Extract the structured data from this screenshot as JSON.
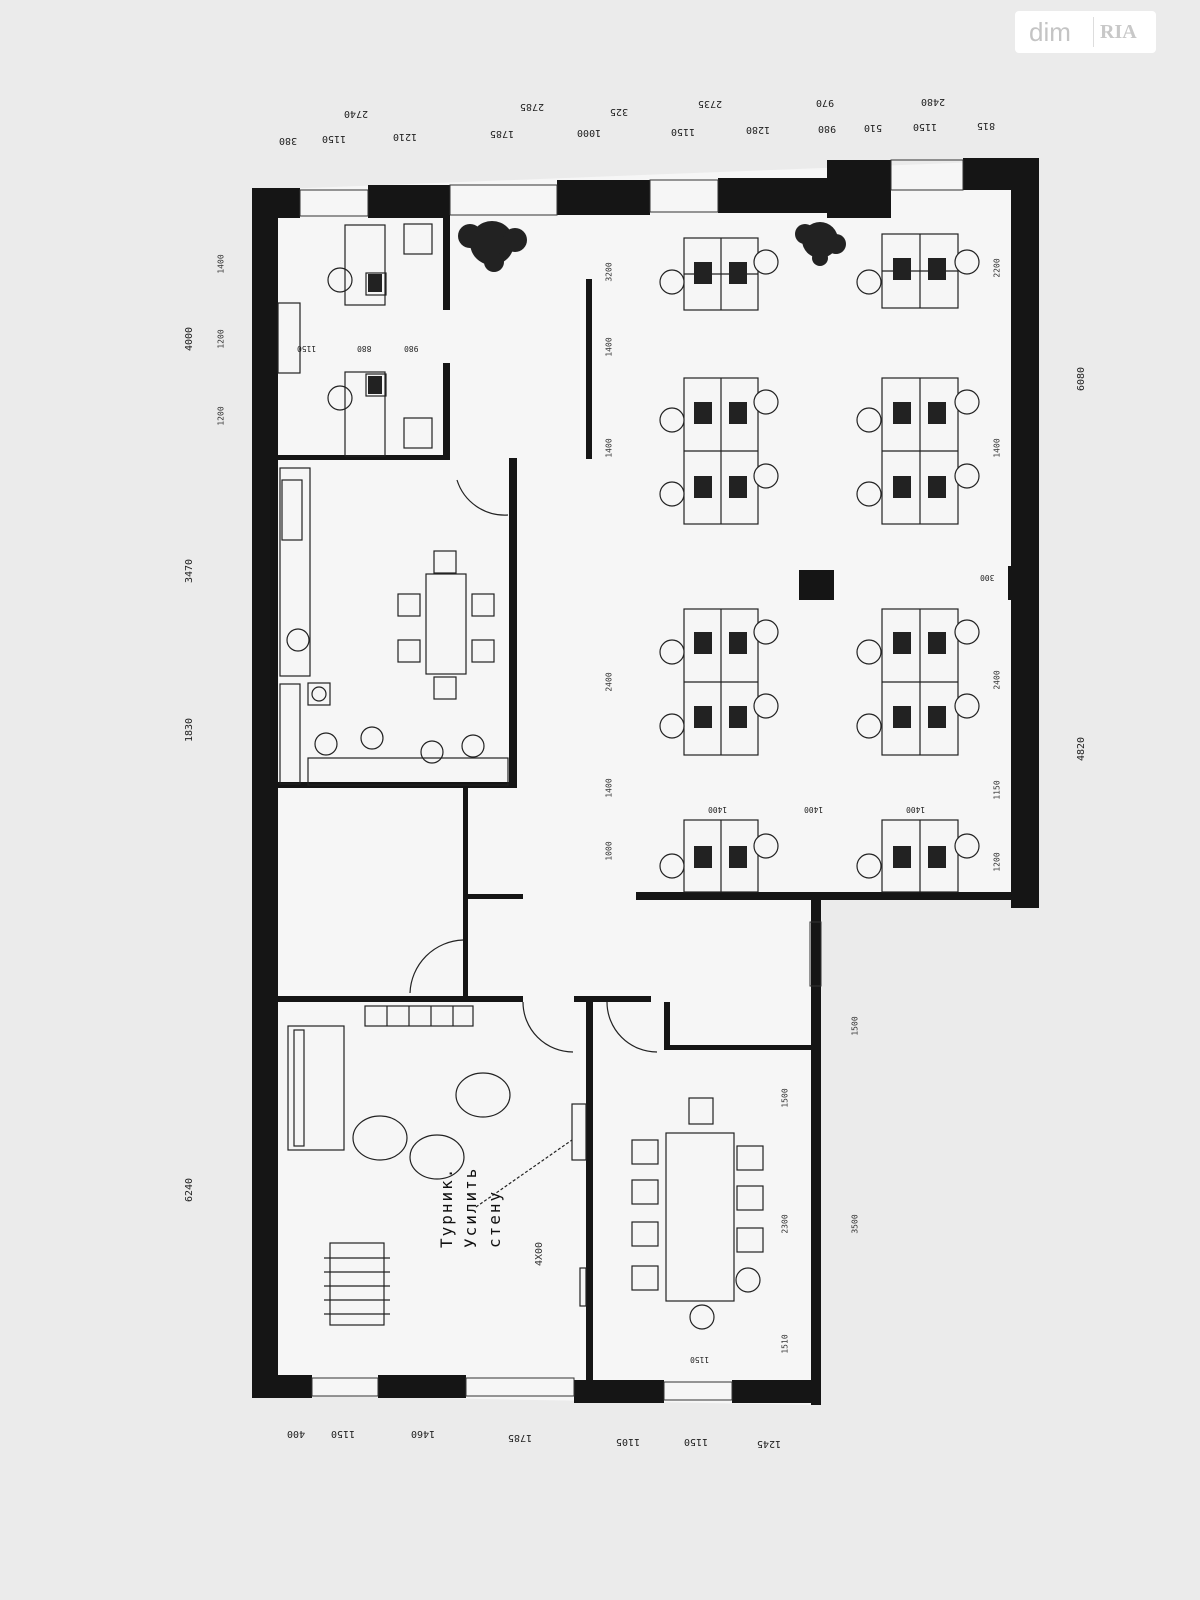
{
  "watermark": {
    "brand": "dim",
    "mark": "RIA"
  },
  "top_dims_outer": [
    "2740",
    "2785",
    "325",
    "2735",
    "970",
    "2480"
  ],
  "top_dims_inner": [
    "380",
    "1150",
    "1210",
    "1785",
    "1000",
    "1150",
    "1280",
    "980",
    "510",
    "1150",
    "815"
  ],
  "bottom_dims": [
    "400",
    "1150",
    "1460",
    "1785",
    "1105",
    "1150",
    "1245"
  ],
  "left_dims": [
    "4000",
    "3470",
    "1830",
    "6240"
  ],
  "left_inner_dims": [
    "1400",
    "1200",
    "1200"
  ],
  "right_dims": [
    "6080",
    "4820"
  ],
  "right_inner_dims": [
    "2200",
    "1400",
    "2400",
    "1150",
    "1200"
  ],
  "room_dims": [
    "1150",
    "880",
    "980"
  ],
  "aisle_dims": [
    "3200",
    "1400",
    "1400",
    "2400",
    "1400",
    "1000"
  ],
  "desk_row_dims": [
    "1400",
    "1400",
    "1400"
  ],
  "corner_dims": [
    "300"
  ],
  "lower_dims": [
    "1500",
    "3500"
  ],
  "meeting_dims": [
    "1500",
    "2300",
    "1510",
    "1150"
  ],
  "note": {
    "line1": "Турник.",
    "line2": "Усилить",
    "line3": "стену",
    "size": "4X00"
  },
  "colors": {
    "wall": "#151515",
    "paper": "#ebebeb",
    "floor": "#f6f6f6"
  }
}
